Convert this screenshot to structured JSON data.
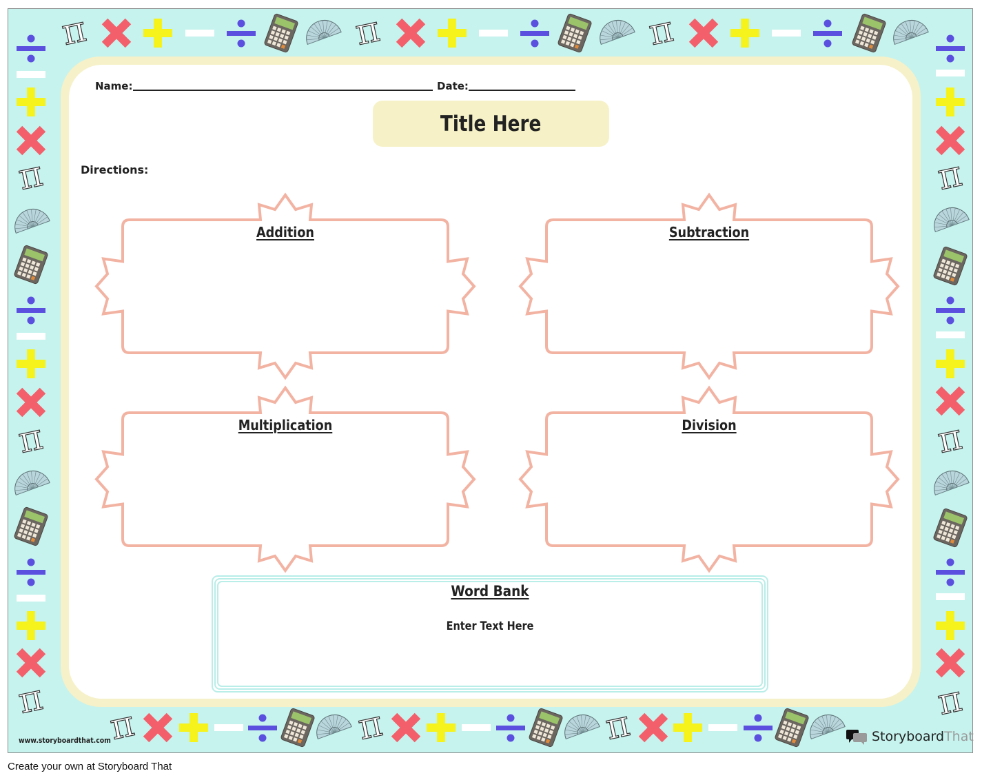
{
  "worksheet": {
    "name_label": "Name:",
    "date_label": "Date:",
    "title": "Title Here",
    "directions_label": "Directions:",
    "frames": [
      {
        "label": "Addition"
      },
      {
        "label": "Subtraction"
      },
      {
        "label": "Multiplication"
      },
      {
        "label": "Division"
      }
    ],
    "word_bank": {
      "title": "Word Bank",
      "body": "Enter Text Here"
    }
  },
  "border": {
    "icons": [
      "divide-icon",
      "pi-icon",
      "multiply-icon",
      "plus-icon",
      "minus-icon",
      "calculator-icon",
      "protractor-icon"
    ]
  },
  "branding": {
    "site_url": "www.storyboardthat.com",
    "brand_word1": "Storyboard",
    "brand_word2": "That",
    "footer_credit": "Create your own at Storyboard That"
  },
  "colors": {
    "background": "#c6f3ee",
    "frame": "#f6f1c8",
    "title_box": "#f6f1c6",
    "starburst_frame": "#f2b3a3",
    "word_bank_border": "#b8ede8",
    "divide": "#5b4fe0",
    "multiply": "#f35f6a",
    "plus": "#f5f21c",
    "minus": "#ffffff"
  }
}
